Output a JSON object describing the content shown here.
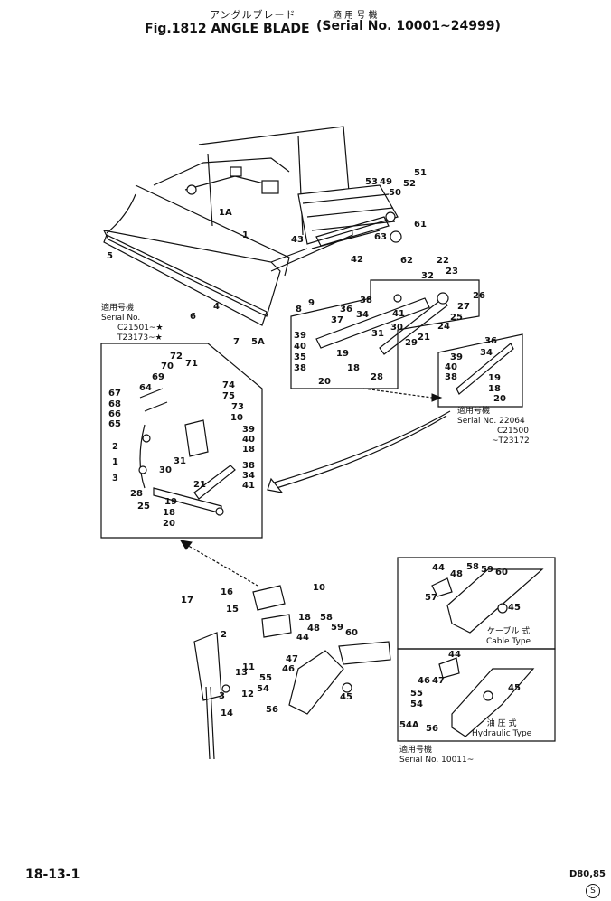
{
  "header": {
    "title_jp": "アングルブレード",
    "title": "Fig.1812 ANGLE BLADE",
    "serial_jp": "適 用 号 機",
    "serial": "(Serial No. 10001~24999)"
  },
  "notes": {
    "left_box": {
      "jp": "適用号機",
      "l1": "Serial No.",
      "l2": "C21501~★",
      "l3": "T23173~★"
    },
    "right_box": {
      "jp": "適用号機",
      "l1": "Serial No. 22064",
      "l2": "C21500",
      "l3": "~T23172"
    },
    "cable": {
      "jp": "ケーブル 式",
      "en": "Cable Type"
    },
    "hydraulic": {
      "jp": "油 圧 式",
      "en": "Hydraulic Type"
    },
    "bottom": {
      "jp": "適用号機",
      "l1": "Serial No. 10011~"
    }
  },
  "footer": {
    "page": "18-13-1",
    "model": "D80,85",
    "circle": "S"
  },
  "part_labels": {
    "top": [
      "1A",
      "1",
      "5",
      "4",
      "6",
      "7",
      "5A",
      "8",
      "9",
      "43",
      "42",
      "53",
      "49",
      "50",
      "51",
      "52",
      "61",
      "63",
      "62",
      "22",
      "23",
      "32",
      "26",
      "27",
      "24",
      "25",
      "41",
      "38",
      "36",
      "34",
      "37",
      "30",
      "31",
      "39",
      "40",
      "35",
      "19",
      "38",
      "18",
      "29",
      "21",
      "28",
      "20"
    ],
    "right_small": [
      "36",
      "39",
      "34",
      "40",
      "38",
      "19",
      "18",
      "20"
    ],
    "left_box": [
      "72",
      "71",
      "70",
      "69",
      "64",
      "67",
      "68",
      "66",
      "65",
      "74",
      "75",
      "73",
      "10",
      "39",
      "40",
      "18",
      "2",
      "1",
      "3",
      "38",
      "34",
      "41",
      "31",
      "30",
      "28",
      "25",
      "21",
      "19",
      "18",
      "20"
    ],
    "lower": [
      "17",
      "16",
      "15",
      "10",
      "2",
      "13",
      "11",
      "12",
      "3",
      "14",
      "18",
      "48",
      "58",
      "59",
      "60",
      "44",
      "47",
      "46",
      "55",
      "54",
      "56",
      "45",
      "1"
    ],
    "cable_box": [
      "44",
      "48",
      "58",
      "59",
      "60",
      "57",
      "45"
    ],
    "hyd_box": [
      "44",
      "46",
      "47",
      "55",
      "54",
      "45",
      "54A",
      "56"
    ]
  }
}
